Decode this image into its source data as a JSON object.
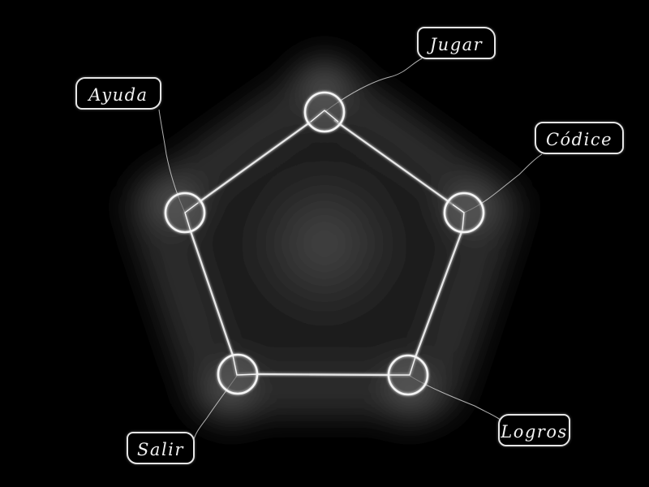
{
  "menu": {
    "items": [
      {
        "id": "jugar",
        "label": "Jugar"
      },
      {
        "id": "codice",
        "label": "Códice"
      },
      {
        "id": "logros",
        "label": "Logros"
      },
      {
        "id": "salir",
        "label": "Salir"
      },
      {
        "id": "ayuda",
        "label": "Ayuda"
      }
    ]
  },
  "colors": {
    "background": "#000000",
    "line": "#e8e8e8",
    "glow": "#9a9a9a"
  }
}
